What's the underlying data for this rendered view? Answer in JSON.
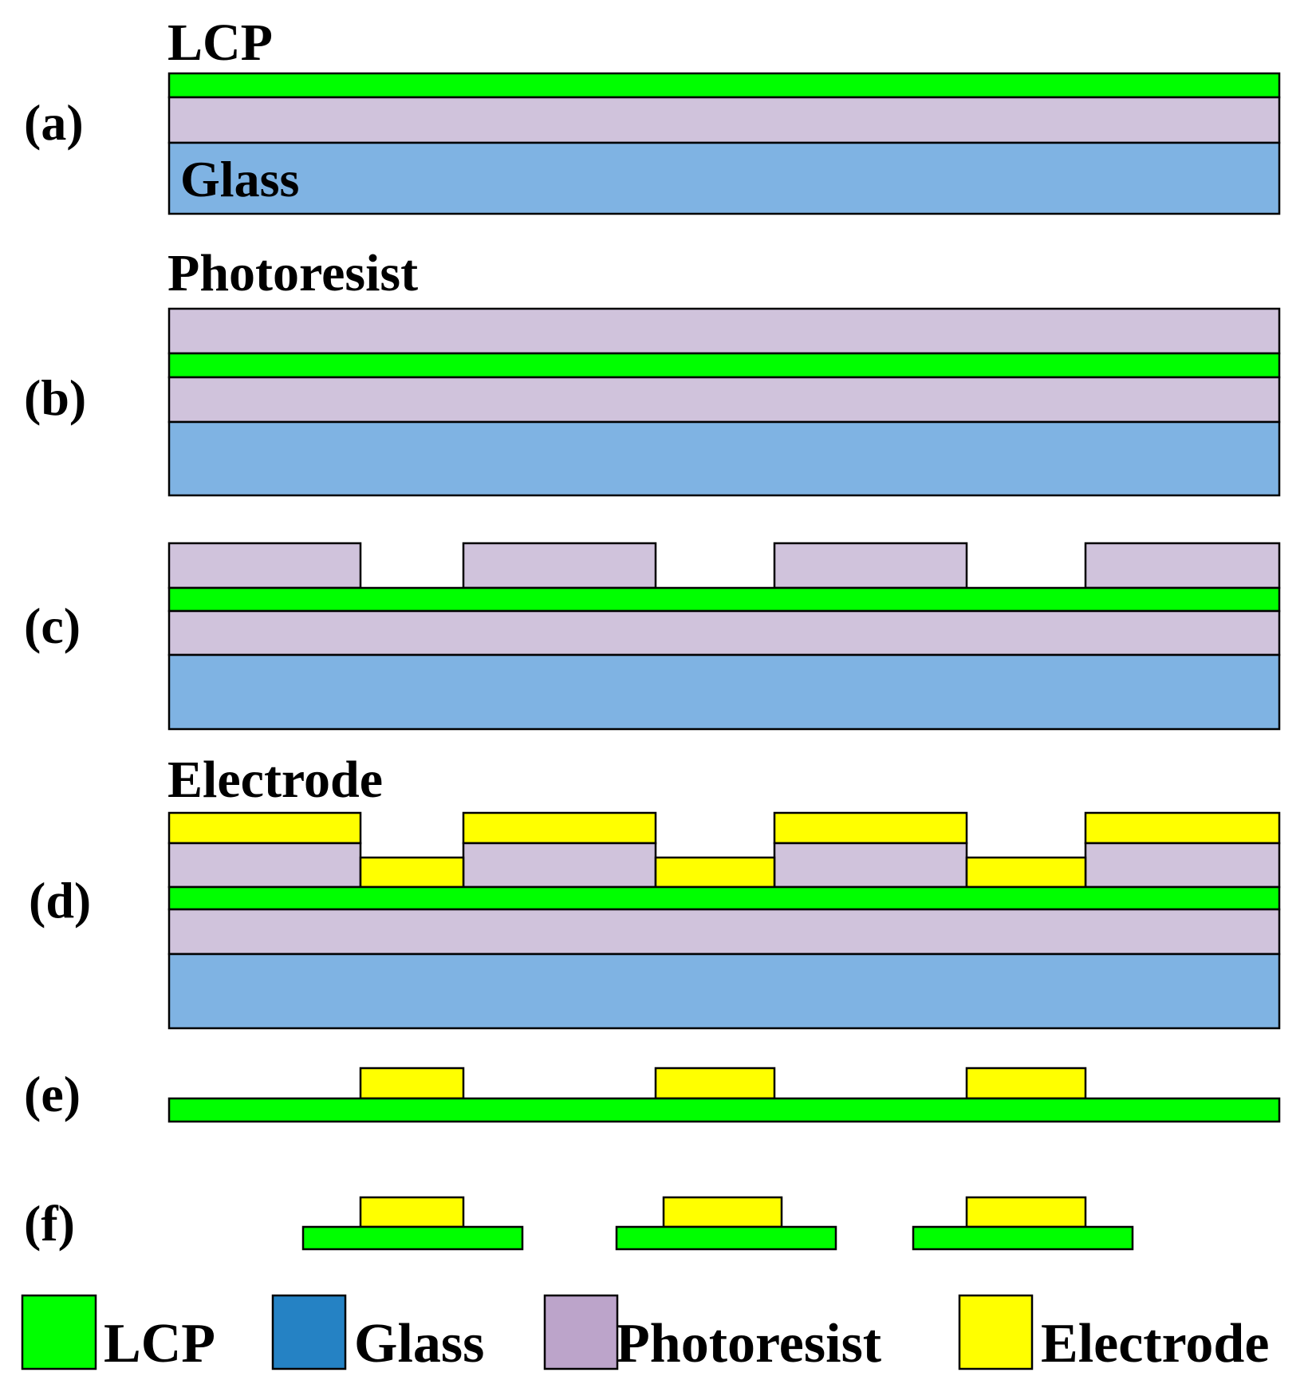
{
  "colors": {
    "lcp": "#00ff00",
    "glass_layer": "#7fb3e3",
    "photoresist": "#d0c3dc",
    "electrode": "#ffff00",
    "legend_glass": "#2582c4",
    "legend_photoresist": "#bca4ca",
    "outline": "#000000"
  },
  "steps": {
    "a": {
      "tag": "(a)",
      "top_label": "LCP",
      "inner_label": "Glass"
    },
    "b": {
      "tag": "(b)",
      "top_label": "Photoresist"
    },
    "c": {
      "tag": "(c)"
    },
    "d": {
      "tag": "(d)",
      "top_label": "Electrode"
    },
    "e": {
      "tag": "(e)"
    },
    "f": {
      "tag": "(f)"
    }
  },
  "legend": [
    {
      "label": "LCP",
      "color": "#00ff00"
    },
    {
      "label": "Glass",
      "color": "#2582c4"
    },
    {
      "label": "Photoresist",
      "color": "#bca4ca"
    },
    {
      "label": "Electrode",
      "color": "#ffff00"
    }
  ]
}
